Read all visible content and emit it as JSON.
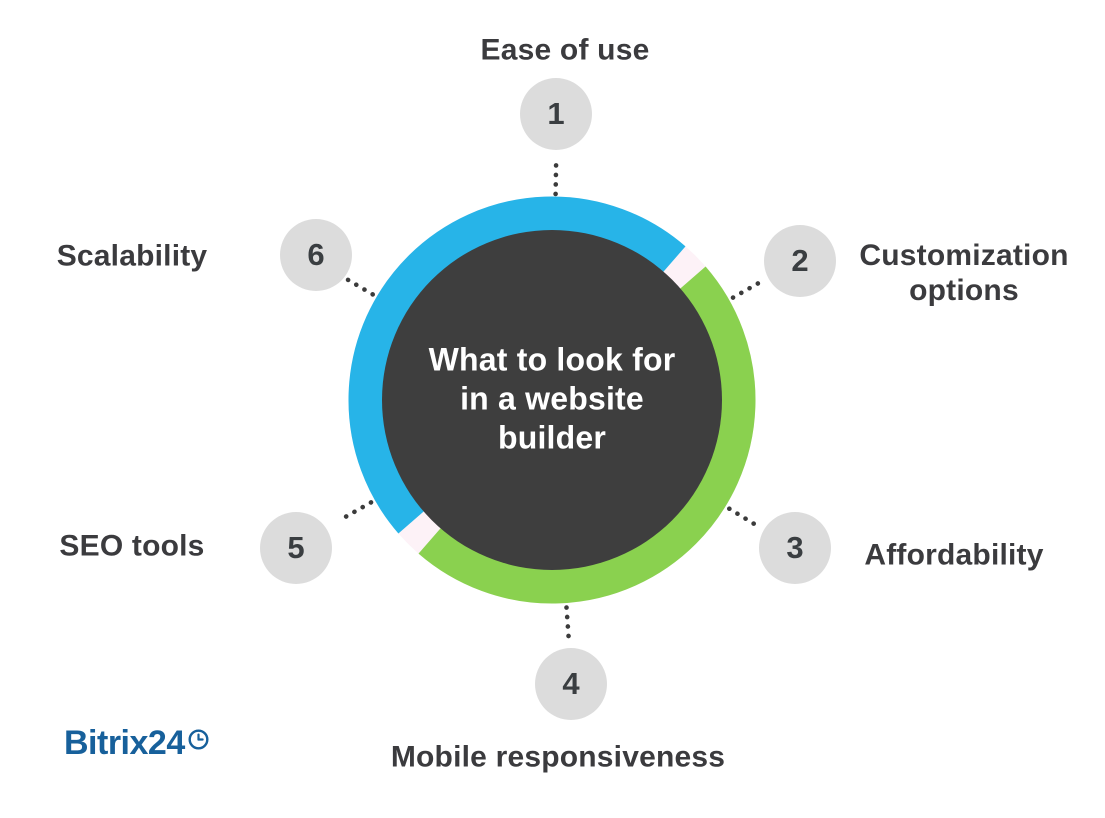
{
  "diagram": {
    "center_title": "What to look for\nin a website\nbuilder",
    "items": [
      {
        "number": "1",
        "label": "Ease of use"
      },
      {
        "number": "2",
        "label": "Customization\noptions"
      },
      {
        "number": "3",
        "label": "Affordability"
      },
      {
        "number": "4",
        "label": "Mobile responsiveness"
      },
      {
        "number": "5",
        "label": "SEO tools"
      },
      {
        "number": "6",
        "label": "Scalability"
      }
    ],
    "colors": {
      "arc_blue": "#27b4e8",
      "arc_green": "#8ad14f",
      "arc_gap": "#fdf2f7",
      "center_circle": "#3e3e3e",
      "center_text": "#ffffff",
      "number_circle_bg": "#dcdcdc",
      "number_text": "#3a3e41",
      "label_text": "#3b3b3e",
      "connector_dots": "#3b3b3b"
    }
  },
  "logo": {
    "text": "Bitrix24",
    "icon": "clock-icon",
    "color": "#17609b"
  }
}
